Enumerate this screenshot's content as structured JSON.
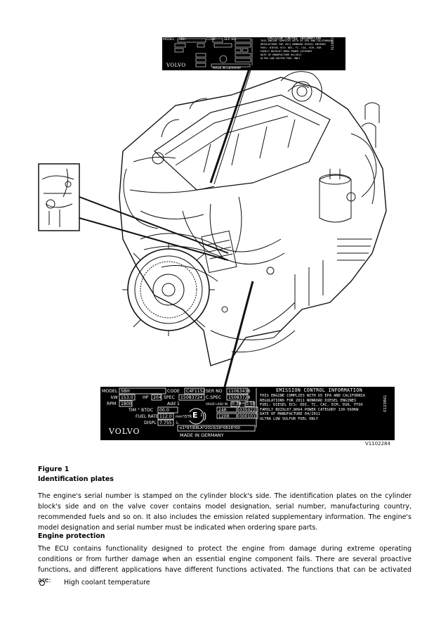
{
  "figure": {
    "code": "V1102284",
    "caption_label": "Figure 1",
    "caption_title": "Identification plates"
  },
  "plate_small": {
    "model_label": "MODEL",
    "model_value": "5BH",
    "code_label": "CODE",
    "ser_no_label": "SER NO",
    "header": "EMISSION CONTROL INFORMATION",
    "brand": "VOLVO",
    "made_in": "MADE IN GERMANY",
    "side_code": "0123861"
  },
  "plate_large": {
    "model_label": "MODEL",
    "model_value": "5BH",
    "code_label": "CODE",
    "code_value": "C4F1152",
    "ser_no_label": "SER NO",
    "ser_no_value": "11063436",
    "kw_label": "kW",
    "kw_value": "153.0",
    "hp_label": "HP",
    "hp_value": "204",
    "spec_label": "SPEC",
    "spec_value": "15083724",
    "cspec_label": "C.SPEC",
    "cspec_value": "15083724",
    "rpm_label": "RPM",
    "rpm_value": "1800",
    "add_label": "Add 1",
    "valve_label": "VALVE LASH IN",
    "valve_in": "0.30",
    "valve_ex_label": "EX",
    "valve_ex": "0.50",
    "tim_label": "TIM ° BTDC",
    "tim_value": "00.0",
    "r24": "24R",
    "r24_value": "035022",
    "fuel_rate_label": "FUEL RATE",
    "fuel_rate_value": "112.0",
    "fuel_unit": "mm³/STR",
    "r120": "120R",
    "r120_value": "000101",
    "displ_label": "DISPL",
    "displ_value": "7.755",
    "displ_unit": "L",
    "approval": "e1*97/68LA*2010/26*0616*00",
    "brand": "VOLVO",
    "made_in": "MADE IN GERMANY",
    "side_code": "0123861",
    "mark": "E",
    "mark_num": "1",
    "info_header": "EMISSION CONTROL INFORMATION",
    "info_lines": [
      "THIS ENGINE COMPLIES WITH US EPA AND CALIFORNIA",
      "REGULATIONS FOR 2011 NONROAD DIESEL ENGINES",
      "FUEL: DIESEL ECS: DDI, TC, CAC, ECM, EGR, PTOX",
      "FAMILY BOZXL07.8064   POWER CATEGORY 130-560KW",
      "DATE OF MANUFACTURE 04/2011",
      "ULTRA LOW SULFUR FUEL ONLY"
    ]
  },
  "body": {
    "para1": "The engine's serial number is stamped on the cylinder block's side. The identification plates on the cylinder block's side and on the valve cover contains model designation, serial number, manufacturing country, recommended fuels and so on. It also includes the emission related supplementary information. The engine's model designation and serial number must be indicated when ordering spare parts.",
    "heading": "Engine protection",
    "para2": "The ECU contains functionality designed to protect the engine from damage during extreme operating conditions or from further damage when an essential engine component fails. There are several proactive functions, and different applications have different functions activated. The functions that can be activated are:",
    "bullets": [
      "High coolant temperature"
    ]
  }
}
